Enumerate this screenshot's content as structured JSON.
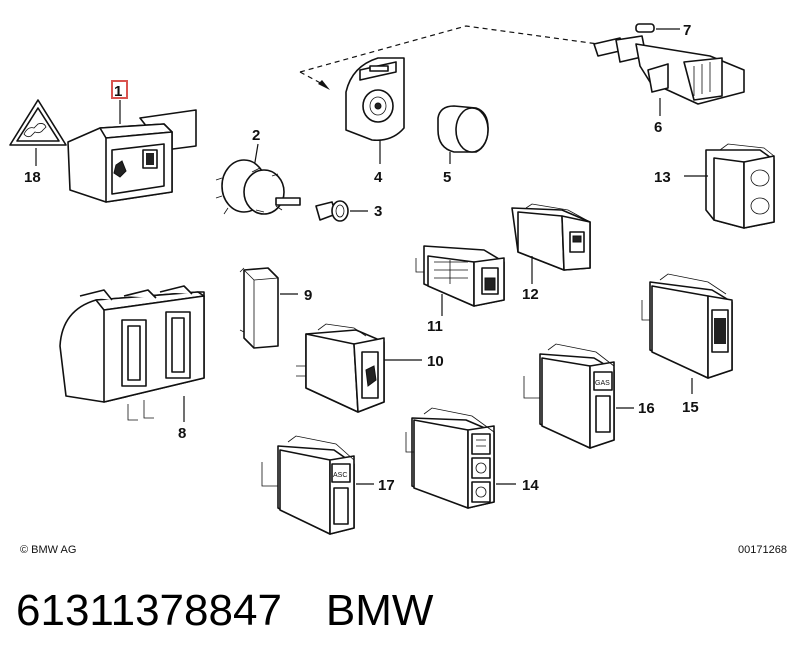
{
  "labels": {
    "p1": "1",
    "p2": "2",
    "p3": "3",
    "p4": "4",
    "p5": "5",
    "p6": "6",
    "p7": "7",
    "p8": "8",
    "p9": "9",
    "p10": "10",
    "p11": "11",
    "p12": "12",
    "p13": "13",
    "p14": "14",
    "p15": "15",
    "p16": "16",
    "p17": "17",
    "p18": "18"
  },
  "switch_text": {
    "gas": "GAS",
    "asc": "ASC"
  },
  "copyright": "© BMW AG",
  "drawing_number": "00171268",
  "footer": {
    "part_number": "61311378847",
    "brand": "BMW"
  },
  "colors": {
    "highlight_box": "#d9534f"
  }
}
